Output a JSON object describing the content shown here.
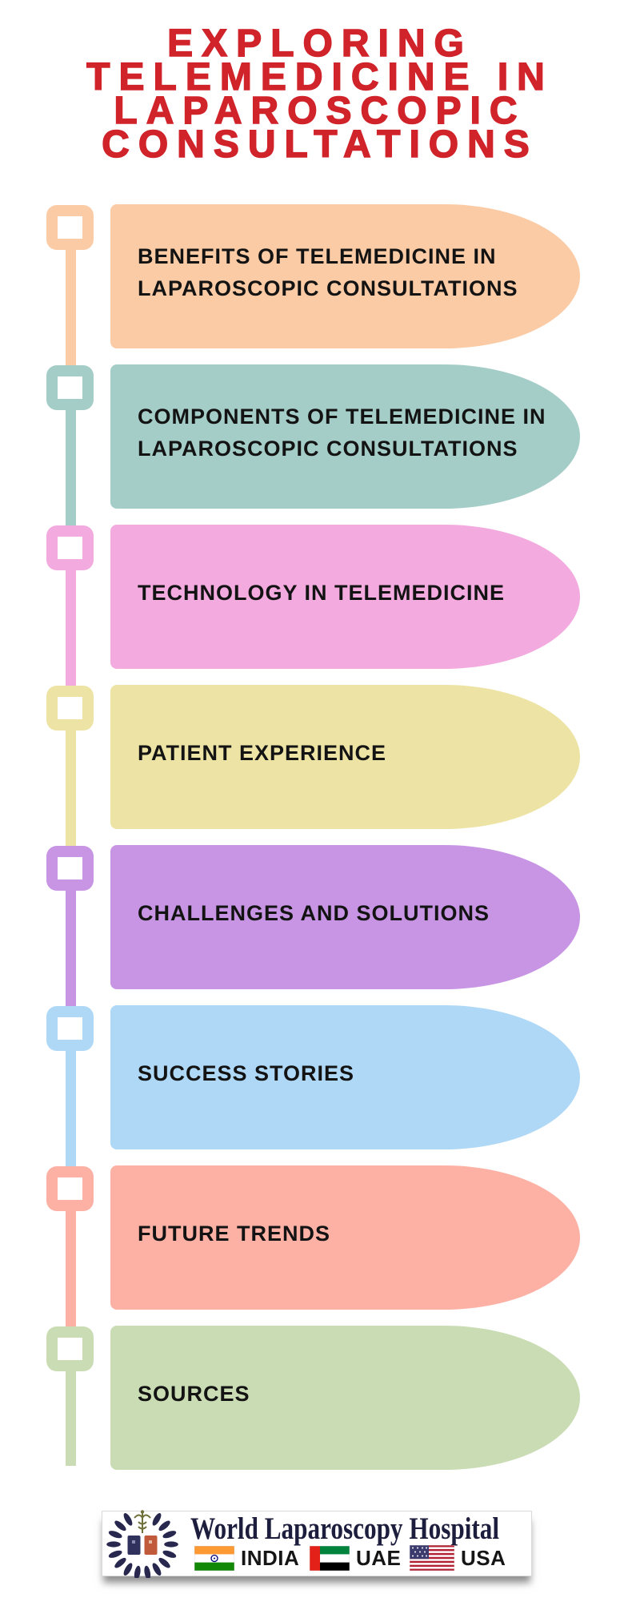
{
  "title": {
    "lines": [
      "EXPLORING",
      "TELEMEDICINE IN",
      "LAPAROSCOPIC",
      "CONSULTATIONS"
    ],
    "color": "#d0232a"
  },
  "sections": [
    {
      "label": "BENEFITS OF TELEMEDICINE IN LAPAROSCOPIC CONSULTATIONS",
      "color": "#facba5"
    },
    {
      "label": "COMPONENTS OF TELEMEDICINE IN LAPAROSCOPIC CONSULTATIONS",
      "color": "#a5cdc7"
    },
    {
      "label": "TECHNOLOGY IN TELEMEDICINE",
      "color": "#f2aadf"
    },
    {
      "label": "PATIENT EXPERIENCE",
      "color": "#ede3a5"
    },
    {
      "label": "CHALLENGES AND SOLUTIONS",
      "color": "#c795e3"
    },
    {
      "label": "SUCCESS STORIES",
      "color": "#afd8f6"
    },
    {
      "label": "FUTURE TRENDS",
      "color": "#fdb1a5"
    },
    {
      "label": "SOURCES",
      "color": "#cadcb3"
    }
  ],
  "text_color": "#131313",
  "footer": {
    "hospital_name": "World Laparoscopy Hospital",
    "countries": [
      {
        "name": "INDIA"
      },
      {
        "name": "UAE"
      },
      {
        "name": "USA"
      }
    ]
  }
}
